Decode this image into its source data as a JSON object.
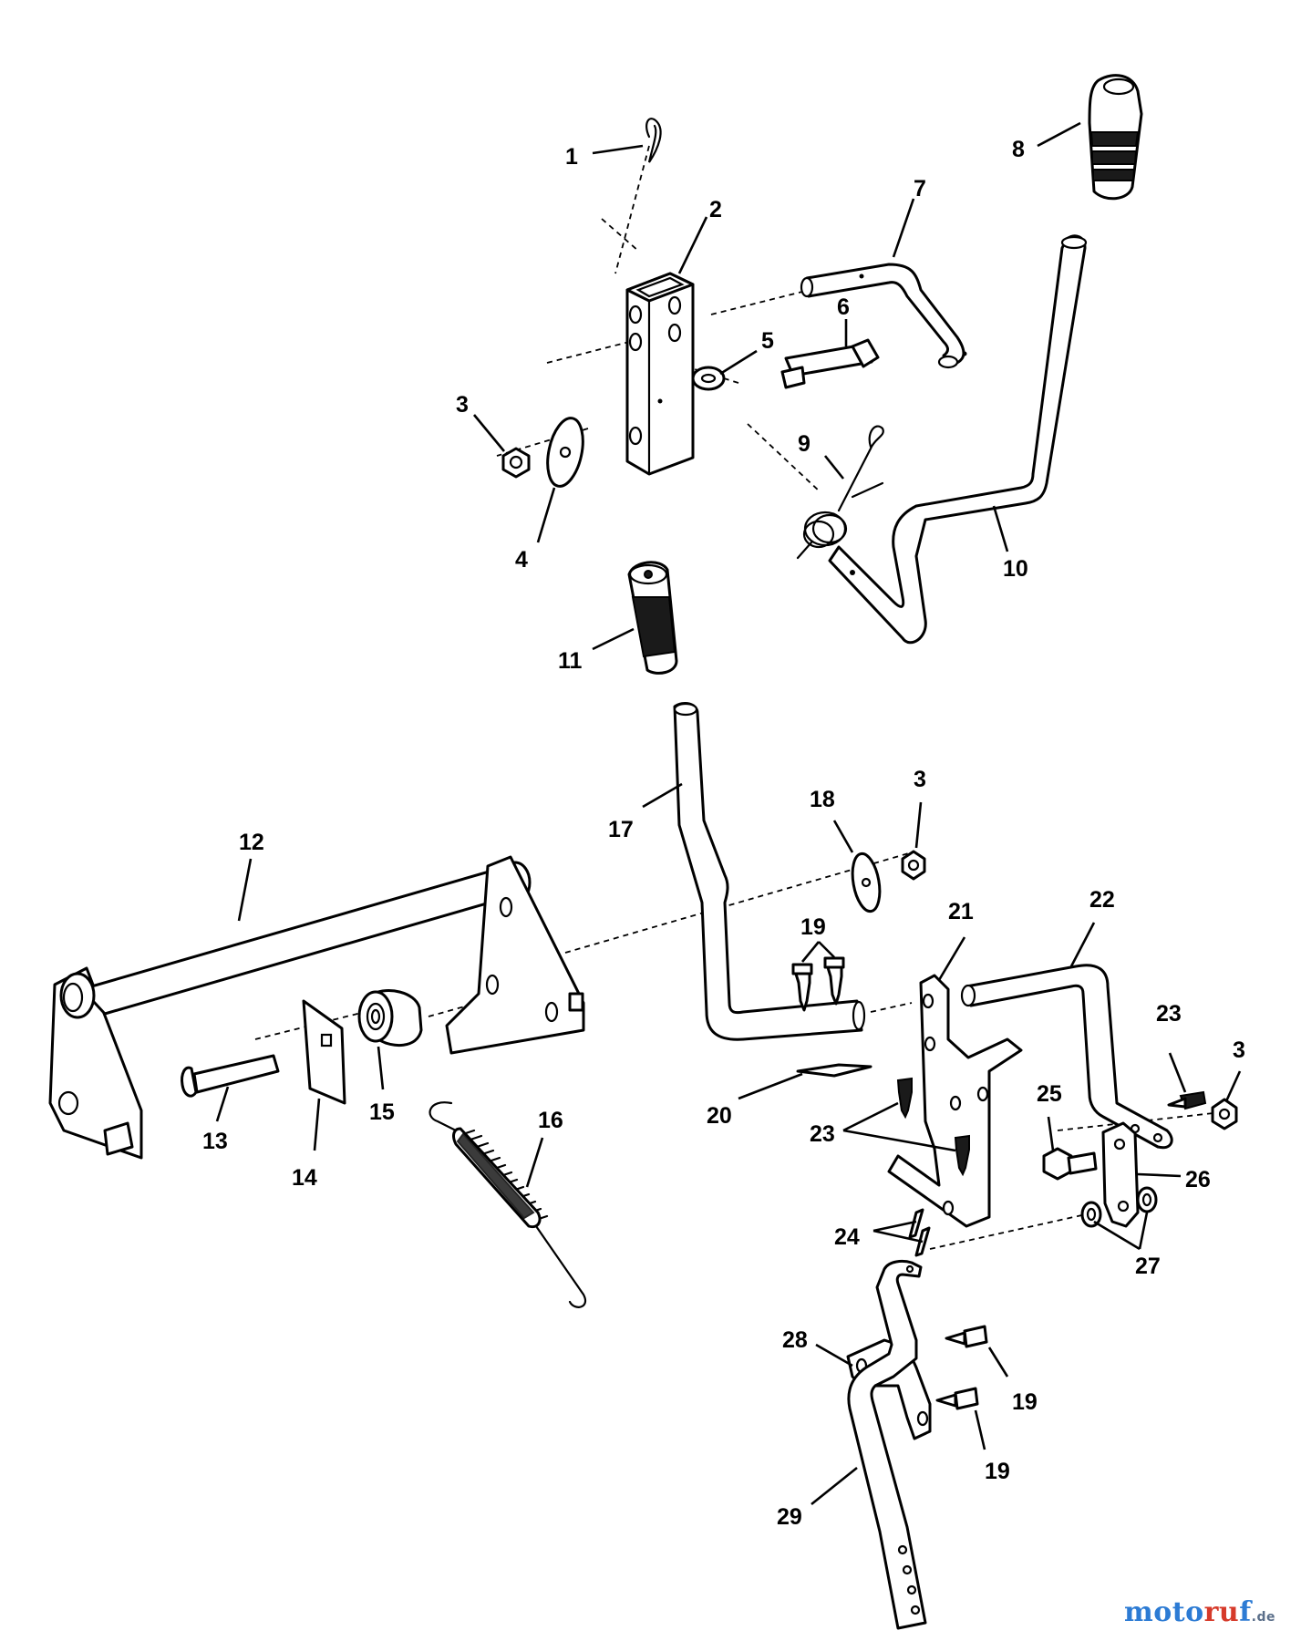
{
  "diagram": {
    "callouts": [
      {
        "label": "1"
      },
      {
        "label": "2"
      },
      {
        "label": "3"
      },
      {
        "label": "4"
      },
      {
        "label": "5"
      },
      {
        "label": "6"
      },
      {
        "label": "7"
      },
      {
        "label": "8"
      },
      {
        "label": "9"
      },
      {
        "label": "10"
      },
      {
        "label": "11"
      },
      {
        "label": "12"
      },
      {
        "label": "13"
      },
      {
        "label": "14"
      },
      {
        "label": "15"
      },
      {
        "label": "16"
      },
      {
        "label": "17"
      },
      {
        "label": "18"
      },
      {
        "label": "3"
      },
      {
        "label": "19"
      },
      {
        "label": "21"
      },
      {
        "label": "22"
      },
      {
        "label": "23"
      },
      {
        "label": "3"
      },
      {
        "label": "20"
      },
      {
        "label": "23"
      },
      {
        "label": "25"
      },
      {
        "label": "26"
      },
      {
        "label": "24"
      },
      {
        "label": "27"
      },
      {
        "label": "28"
      },
      {
        "label": "19"
      },
      {
        "label": "19"
      },
      {
        "label": "29"
      }
    ]
  },
  "watermark": {
    "part_a": "moto",
    "part_b": "ru",
    "part_c": "f",
    "suffix": ".de"
  }
}
